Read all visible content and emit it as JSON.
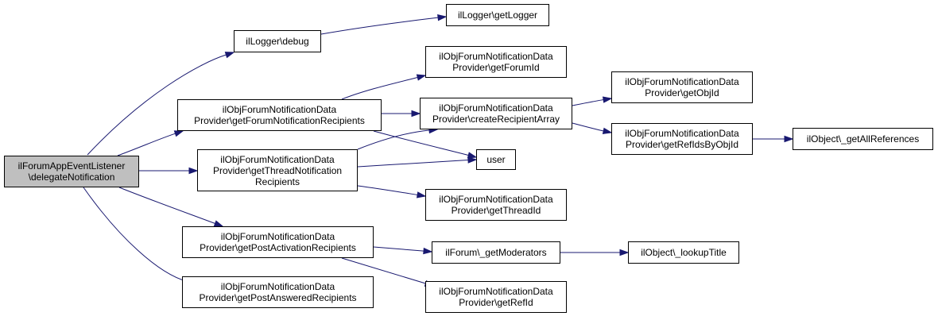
{
  "colors": {
    "edge": "#191970",
    "root_fill": "#bfbfbf",
    "node_fill": "#ffffff",
    "border": "#000000"
  },
  "nodes": {
    "n0": {
      "lines": [
        "ilForumAppEventListener",
        "\\delegateNotification"
      ]
    },
    "n1": {
      "lines": [
        "ilLogger\\debug"
      ]
    },
    "n2": {
      "lines": [
        "ilLogger\\getLogger"
      ]
    },
    "n3": {
      "lines": [
        "ilObjForumNotificationData",
        "Provider\\getForumNotificationRecipients"
      ]
    },
    "n4": {
      "lines": [
        "ilObjForumNotificationData",
        "Provider\\getForumId"
      ]
    },
    "n5": {
      "lines": [
        "ilObjForumNotificationData",
        "Provider\\createRecipientArray"
      ]
    },
    "n6": {
      "lines": [
        "ilObjForumNotificationData",
        "Provider\\getObjId"
      ]
    },
    "n7": {
      "lines": [
        "ilObjForumNotificationData",
        "Provider\\getRefIdsByObjId"
      ]
    },
    "n8": {
      "lines": [
        "ilObject\\_getAllReferences"
      ]
    },
    "n9": {
      "lines": [
        "user"
      ]
    },
    "n10": {
      "lines": [
        "ilObjForumNotificationData",
        "Provider\\getThreadNotification",
        "Recipients"
      ]
    },
    "n11": {
      "lines": [
        "ilObjForumNotificationData",
        "Provider\\getThreadId"
      ]
    },
    "n12": {
      "lines": [
        "ilObjForumNotificationData",
        "Provider\\getPostActivationRecipients"
      ]
    },
    "n13": {
      "lines": [
        "ilForum\\_getModerators"
      ]
    },
    "n14": {
      "lines": [
        "ilObject\\_lookupTitle"
      ]
    },
    "n15": {
      "lines": [
        "ilObjForumNotificationData",
        "Provider\\getRefId"
      ]
    },
    "n16": {
      "lines": [
        "ilObjForumNotificationData",
        "Provider\\getPostAnsweredRecipients"
      ]
    }
  },
  "edges": [
    [
      "n0",
      "n1"
    ],
    [
      "n0",
      "n3"
    ],
    [
      "n0",
      "n10"
    ],
    [
      "n0",
      "n12"
    ],
    [
      "n0",
      "n16"
    ],
    [
      "n1",
      "n2"
    ],
    [
      "n3",
      "n4"
    ],
    [
      "n3",
      "n5"
    ],
    [
      "n3",
      "n9"
    ],
    [
      "n5",
      "n6"
    ],
    [
      "n5",
      "n7"
    ],
    [
      "n7",
      "n8"
    ],
    [
      "n10",
      "n5"
    ],
    [
      "n10",
      "n9"
    ],
    [
      "n10",
      "n11"
    ],
    [
      "n12",
      "n13"
    ],
    [
      "n12",
      "n15"
    ],
    [
      "n13",
      "n14"
    ]
  ]
}
